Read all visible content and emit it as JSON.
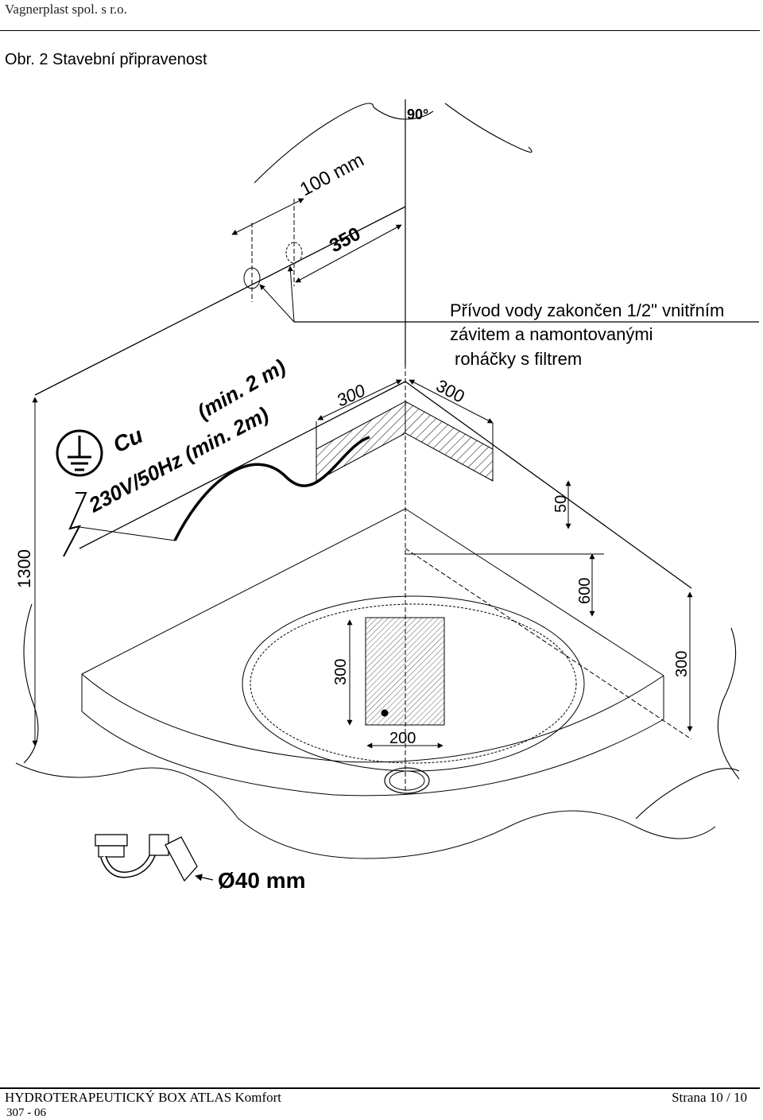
{
  "header": {
    "company": "Vagnerplast spol. s r.o.",
    "figure_title": "Obr. 2 Stavební připravenost"
  },
  "drawing": {
    "angle_label": "90°",
    "dim_100mm": "100 mm",
    "dim_350": "350",
    "water_note": [
      "Přívod vody zakončen 1/2\" vnitřním",
      "závitem a namontovanými",
      "roháčky s filtrem"
    ],
    "electric_min_2m": "(min. 2 m)",
    "earth_label": "Cu",
    "power_label": "230V/50Hz (min. 2m)",
    "dim_300_left_top": "300",
    "dim_300_right_top": "300",
    "dim_50": "50",
    "dim_1300": "1300",
    "dim_600": "600",
    "dim_300_right": "300",
    "dim_300_floor": "300",
    "dim_200_floor": "200",
    "drain_diameter": "Ø40 mm"
  },
  "footer": {
    "document_title": "HYDROTERAPEUTICKÝ BOX ATLAS Komfort",
    "page": "Strana 10 / 10",
    "code": "307  -  06"
  }
}
